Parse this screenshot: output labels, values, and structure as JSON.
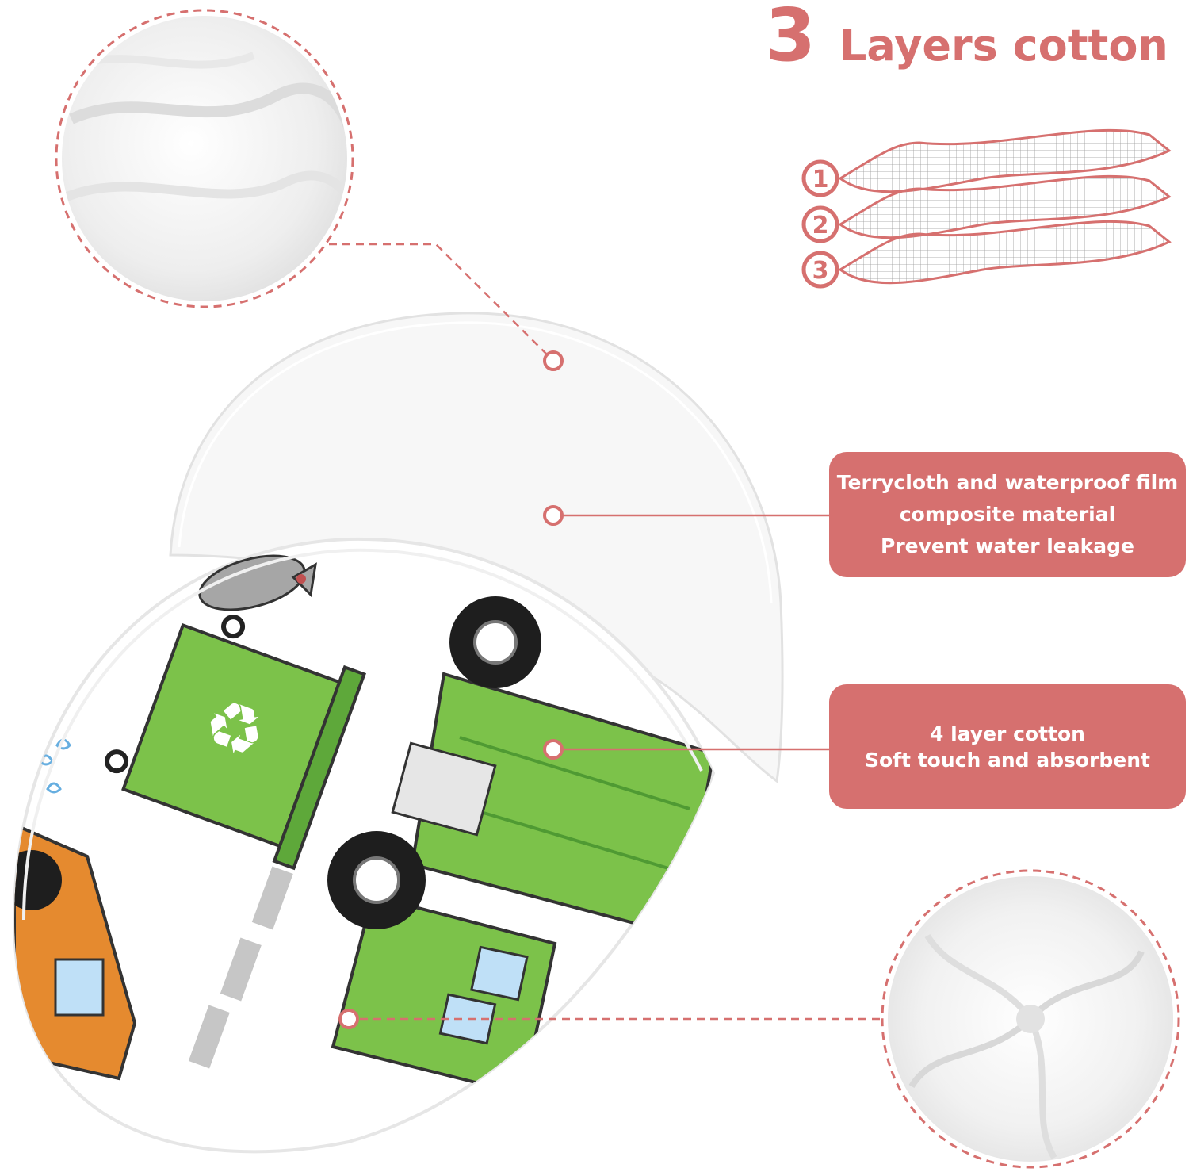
{
  "heading": {
    "number": "3",
    "text": "Layers cotton"
  },
  "layers": [
    "1",
    "2",
    "3"
  ],
  "callouts": [
    {
      "lines": [
        "Terrycloth and waterproof film",
        "composite material",
        "Prevent water leakage"
      ]
    },
    {
      "lines": [
        "4 layer cotton",
        "Soft touch and absorbent"
      ]
    }
  ],
  "colors": {
    "accent": "#d6706f",
    "fabric_green": "#7cc24a",
    "truck_dark_green": "#4f9a33",
    "orange": "#e58a2f"
  }
}
